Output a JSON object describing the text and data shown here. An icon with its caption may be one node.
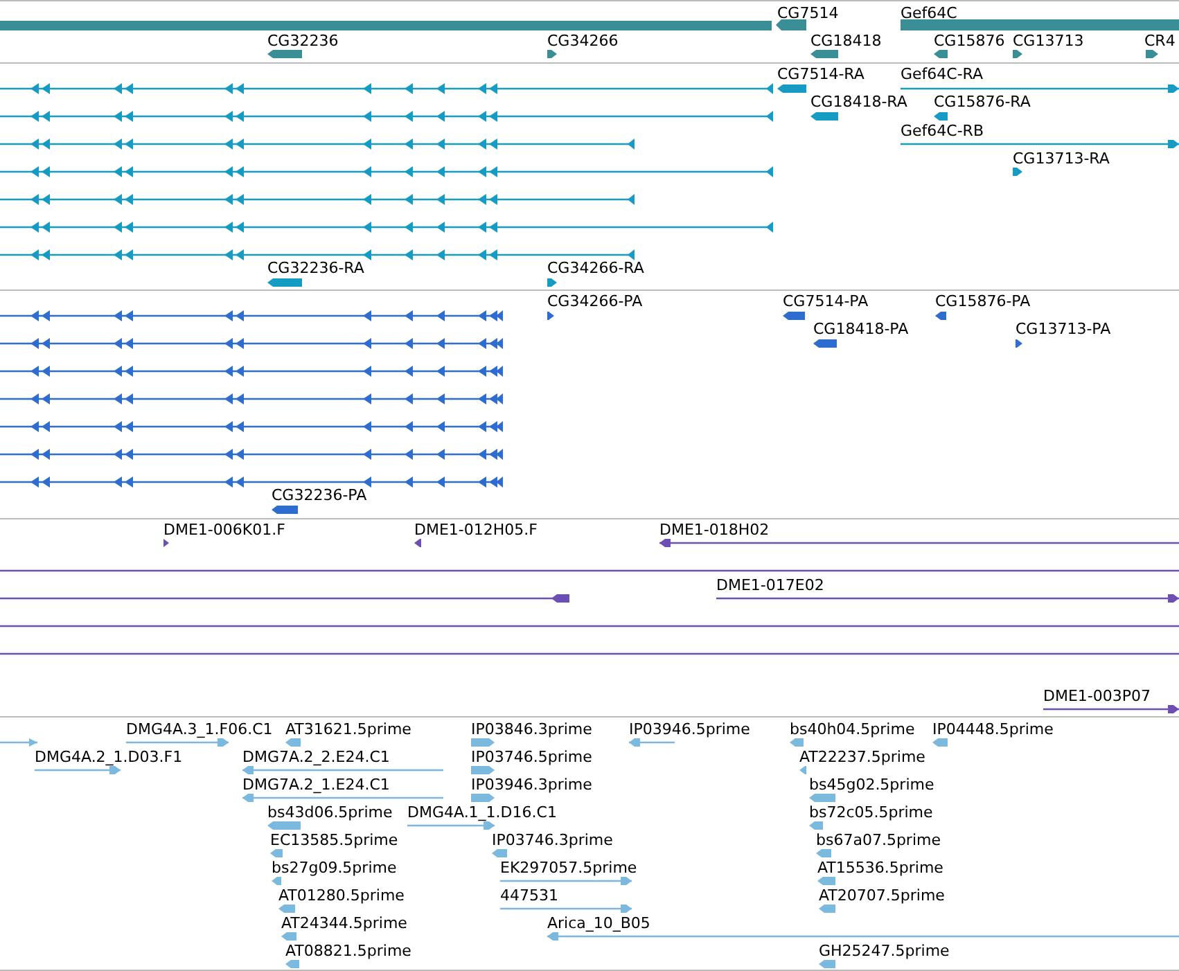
{
  "diagram": {
    "labels": [
      "CG7514",
      "Gef64C",
      "CG32236",
      "CG34266",
      "CG18418",
      "CG15876",
      "CG13713",
      "CR4",
      "CG7514-RA",
      "Gef64C-RA",
      "CG18418-RA",
      "CG15876-RA",
      "Gef64C-RB",
      "CG13713-RA",
      "CG32236-RA",
      "CG34266-RA",
      "CG34266-PA",
      "CG7514-PA",
      "CG15876-PA",
      "CG18418-PA",
      "CG13713-PA",
      "CG32236-PA",
      "DME1-006K01.F",
      "DME1-012H05.F",
      "DME1-018H02",
      "DME1-017E02",
      "DME1-003P07",
      "DMG4A.3_1.F06.C1",
      "AT31621.5prime",
      "IP03846.3prime",
      "IP03946.5prime",
      "bs40h04.5prime",
      "IP04448.5prime",
      "DMG4A.2_1.D03.F1",
      "DMG7A.2_2.E24.C1",
      "IP03746.5prime",
      "AT22237.5prime",
      "DMG7A.2_1.E24.C1",
      "IP03946.3prime",
      "bs45g02.5prime",
      "bs43d06.5prime",
      "DMG4A.1_1.D16.C1",
      "bs72c05.5prime",
      "EC13585.5prime",
      "IP03746.3prime",
      "bs67a07.5prime",
      "bs27g09.5prime",
      "EK297057.5prime",
      "AT15536.5prime",
      "AT01280.5prime",
      "447531",
      "AT20707.5prime",
      "AT24344.5prime",
      "Arica_10_B05",
      "AT08821.5prime",
      "GH25247.5prime"
    ]
  }
}
